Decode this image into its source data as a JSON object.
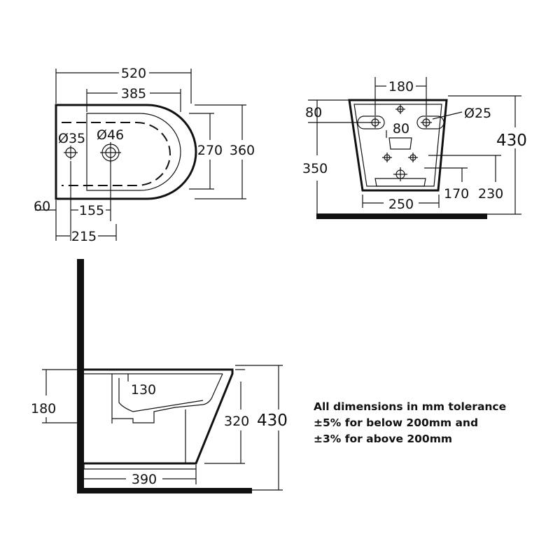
{
  "top_view": {
    "overall_length": "520",
    "bowl_length": "385",
    "tap_hole": "Ø35",
    "waste_hole": "Ø46",
    "bowl_width": "270",
    "overall_width": "360",
    "edge_offset": "60",
    "waste_offset": "155",
    "tap_offset": "215"
  },
  "back_view": {
    "fixing_centres": "180",
    "fixing_height": "80",
    "fixing_hole": "Ø25",
    "inner_spacing": "80",
    "overall_height": "430",
    "rim_height": "350",
    "outlet_height": "170",
    "supply_height": "230",
    "base_width": "250"
  },
  "side_view": {
    "height_a": "180",
    "bowl_depth": "130",
    "height_b": "320",
    "overall_height": "430",
    "projection": "390"
  },
  "notes": {
    "line1": "All dimensions in mm tolerance",
    "line2": "±5% for below 200mm and",
    "line3": "±3% for above 200mm"
  }
}
